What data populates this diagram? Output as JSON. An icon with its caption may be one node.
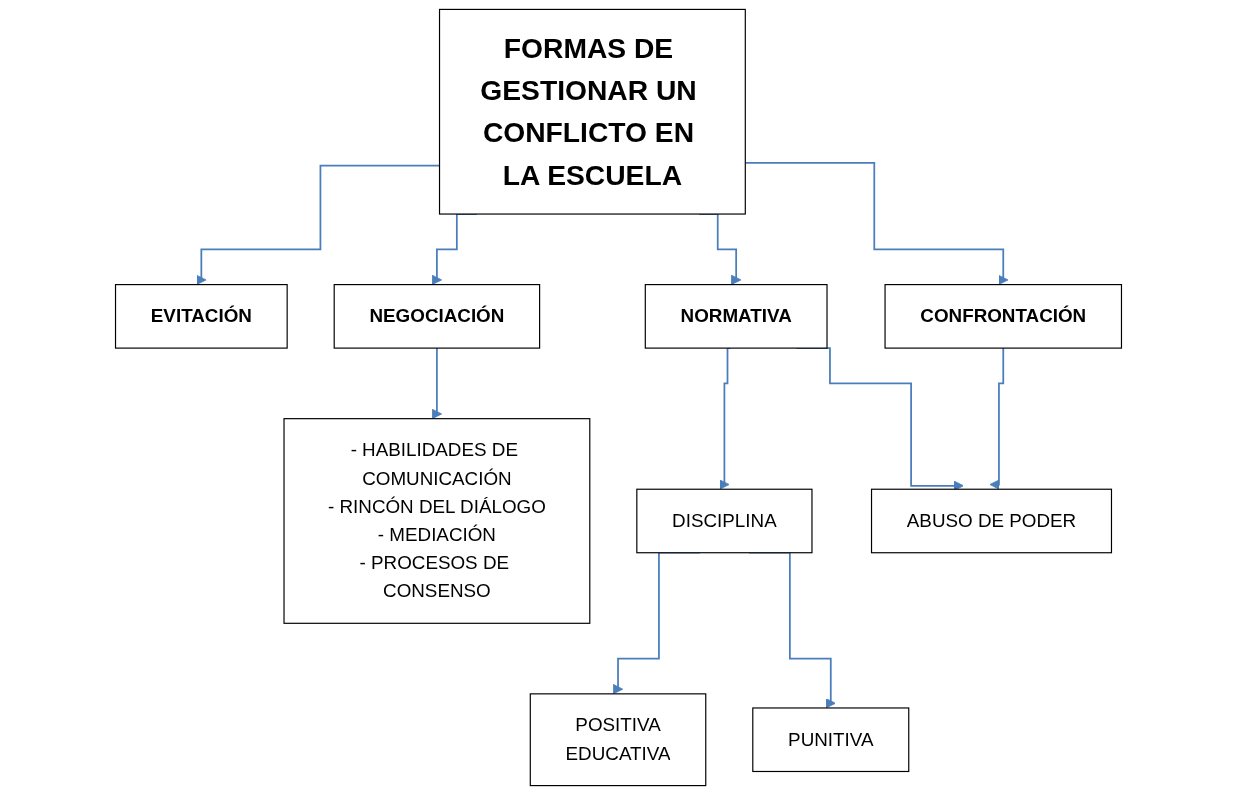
{
  "diagram": {
    "nodes": [
      {
        "text": [
          "FORMAS DE GESTIONAR UN CONFLICTO EN LA ESCUELA"
        ]
      },
      {
        "text": [
          "EVITACIÓN"
        ]
      },
      {
        "text": [
          "NEGOCIACIÓN"
        ]
      },
      {
        "text": [
          "NORMATIVA"
        ]
      },
      {
        "text": [
          "CONFRONTACIÓN"
        ]
      },
      {
        "text": [
          "- HABILIDADES DE COMUNICACIÓN",
          "- RINCÓN DEL DIÁLOGO",
          "- MEDIACIÓN",
          "- PROCESOS DE CONSENSO"
        ]
      },
      {
        "text": [
          "DISCIPLINA"
        ]
      },
      {
        "text": [
          "ABUSO DE PODER"
        ]
      },
      {
        "text": [
          "POSITIVA",
          "EDUCATIVA"
        ]
      },
      {
        "text": [
          "PUNITIVA"
        ]
      }
    ],
    "edges": [
      {
        "from": 0,
        "to": 1,
        "arrow": "to"
      },
      {
        "from": 0,
        "to": 2,
        "arrow": "to"
      },
      {
        "from": 0,
        "to": 3,
        "arrow": "to"
      },
      {
        "from": 0,
        "to": 4,
        "arrow": "to"
      },
      {
        "from": 2,
        "to": 5,
        "arrow": "to"
      },
      {
        "from": 3,
        "to": 6,
        "arrow": "to"
      },
      {
        "from": 3,
        "to": 7,
        "arrow": "to"
      },
      {
        "from": 4,
        "to": 7,
        "arrow": "to"
      },
      {
        "from": 6,
        "to": 8,
        "arrow": "to"
      },
      {
        "from": 6,
        "to": 9,
        "arrow": "to"
      }
    ]
  }
}
